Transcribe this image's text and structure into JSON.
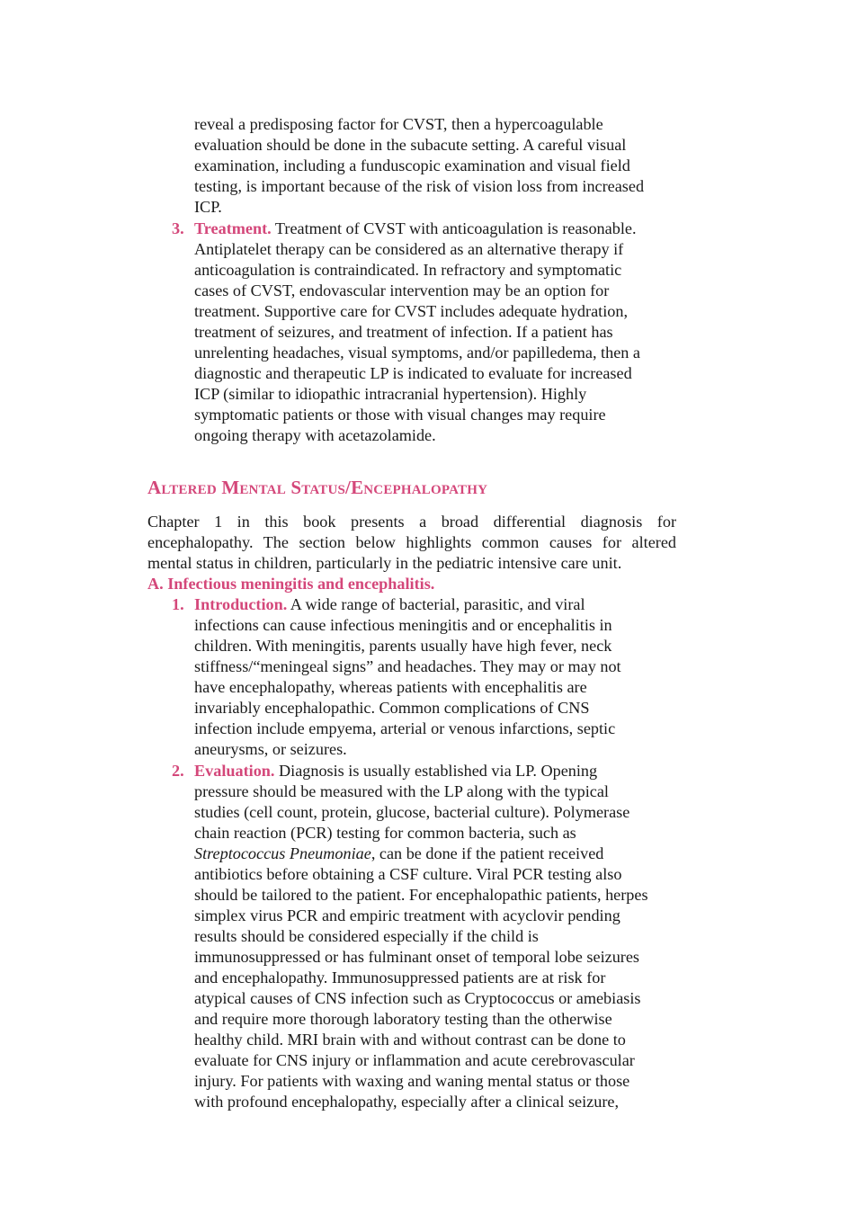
{
  "continued_item_lines": [
    "reveal a predisposing factor for CVST, then a hypercoagulable",
    "evaluation should be done in the subacute setting. A careful visual",
    "examination, including a funduscopic examination and visual field",
    "testing, is important because of the risk of vision loss from increased",
    "ICP."
  ],
  "treatment": {
    "number": "3.",
    "label": "Treatment.",
    "first_line": " Treatment of CVST with anticoagulation is reasonable.",
    "lines": [
      "Antiplatelet therapy can be considered as an alternative therapy if",
      "anticoagulation is contraindicated. In refractory and symptomatic",
      "cases of CVST, endovascular intervention may be an option for",
      "treatment. Supportive care for CVST includes adequate hydration,",
      "treatment of seizures, and treatment of infection. If a patient has",
      "unrelenting headaches, visual symptoms, and/or papilledema, then a",
      "diagnostic and therapeutic LP is indicated to evaluate for increased",
      "ICP (similar to idiopathic intracranial hypertension). Highly",
      "symptomatic patients or those with visual changes may require",
      "ongoing therapy with acetazolamide."
    ]
  },
  "section_heading": "Altered Mental Status/Encephalopathy",
  "intro_lines": [
    "Chapter 1 in this book presents a broad differential diagnosis for",
    "encephalopathy. The section below highlights common causes for altered",
    "mental status in children, particularly in the pediatric intensive care unit."
  ],
  "subsection_a": "A.  Infectious meningitis and encephalitis.",
  "introduction": {
    "number": "1.",
    "label": "Introduction.",
    "first_line": " A wide range of bacterial, parasitic, and viral",
    "lines": [
      "infections can cause infectious meningitis and or encephalitis in",
      "children. With meningitis, parents usually have high fever, neck",
      "stiffness/“meningeal signs” and headaches. They may or may not",
      "have encephalopathy, whereas patients with encephalitis are",
      "invariably encephalopathic. Common complications of CNS",
      "infection include empyema, arterial or venous infarctions, septic",
      "aneurysms, or seizures."
    ]
  },
  "evaluation": {
    "number": "2.",
    "label": "Evaluation.",
    "first_line": " Diagnosis is usually established via LP. Opening",
    "line_a": "pressure should be measured with the LP along with the typical",
    "line_b": "studies (cell count, protein, glucose, bacterial culture). Polymerase",
    "line_c": "chain reaction (PCR) testing for common bacteria, such as",
    "italic_term": "Streptococcus Pneumoniae",
    "italic_rest": ", can be done if the patient received",
    "lines": [
      "antibiotics before obtaining a CSF culture. Viral PCR testing also",
      "should be tailored to the patient. For encephalopathic patients, herpes",
      "simplex virus PCR and empiric treatment with acyclovir pending",
      "results should be considered especially if the child is",
      "immunosuppressed or has fulminant onset of temporal lobe seizures",
      "and encephalopathy. Immunosuppressed patients are at risk for",
      "atypical causes of CNS infection such as Cryptococcus or amebiasis",
      "and require more thorough laboratory testing than the otherwise",
      "healthy child. MRI brain with and without contrast can be done to",
      "evaluate for CNS injury or inflammation and acute cerebrovascular",
      "injury. For patients with waxing and waning mental status or those",
      "with profound encephalopathy, especially after a clinical seizure,"
    ]
  }
}
